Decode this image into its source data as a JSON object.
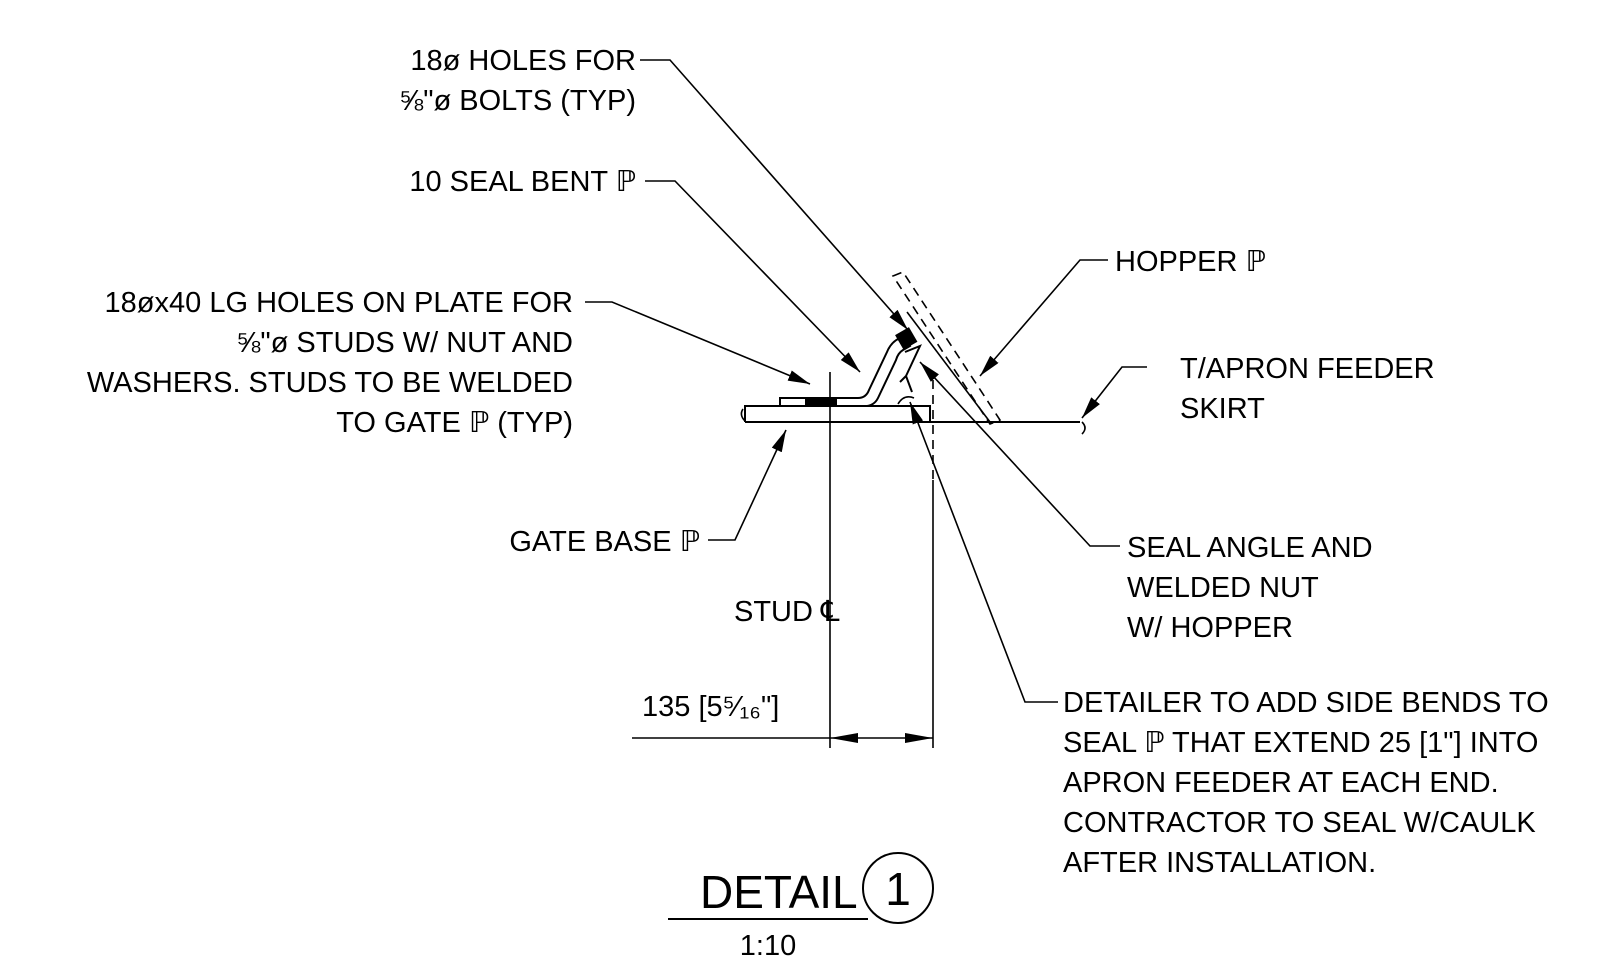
{
  "labels": {
    "holes_bolts_1": "18ø HOLES FOR",
    "holes_bolts_2": "⅝\"ø BOLTS (TYP)",
    "seal_bent": "10 SEAL BENT ℙ",
    "lg_holes_1": "18øx40 LG HOLES ON PLATE FOR",
    "lg_holes_2": "⅝\"ø STUDS W/ NUT AND",
    "lg_holes_3": "WASHERS.  STUDS TO BE WELDED",
    "lg_holes_4": "TO GATE ℙ (TYP)",
    "hopper": "HOPPER ℙ",
    "apron_1": "T/APRON FEEDER",
    "apron_2": "SKIRT",
    "gate_base": "GATE BASE ℙ",
    "stud_cl": "STUD ℄",
    "seal_angle_1": "SEAL ANGLE AND",
    "seal_angle_2": "WELDED NUT",
    "seal_angle_3": "W/ HOPPER",
    "dimension": "135 [5⁵⁄₁₆\"]",
    "note_1": "DETAILER TO ADD SIDE BENDS TO",
    "note_2": "SEAL ℙ THAT EXTEND 25 [1\"] INTO",
    "note_3": "APRON FEEDER AT EACH END.",
    "note_4": "CONTRACTOR TO SEAL W/CAULK",
    "note_5": "AFTER INSTALLATION."
  },
  "title": {
    "text": "DETAIL",
    "number": "1",
    "scale": "1:10"
  }
}
